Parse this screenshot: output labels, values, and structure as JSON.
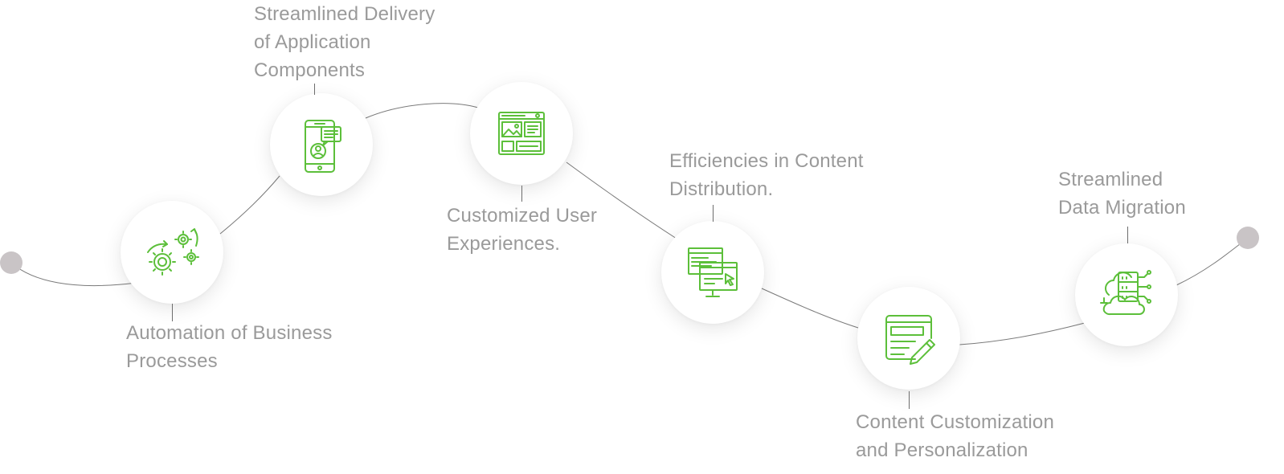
{
  "colors": {
    "icon": "#5cbf3a",
    "text": "#9a9a9a",
    "line": "#7a7a7a",
    "endpoint": "#c9c4c6"
  },
  "steps": [
    {
      "id": "automation",
      "icon": "gears-icon",
      "lines": [
        "Automation of Business",
        "Processes"
      ]
    },
    {
      "id": "delivery",
      "icon": "mobile-profile-icon",
      "lines": [
        "Streamlined Delivery",
        "of Application",
        "Components"
      ]
    },
    {
      "id": "customized",
      "icon": "web-layout-icon",
      "lines": [
        "Customized User",
        "Experiences."
      ]
    },
    {
      "id": "distribution",
      "icon": "monitors-icon",
      "lines": [
        "Efficiencies in Content",
        "Distribution."
      ]
    },
    {
      "id": "personalization",
      "icon": "edit-document-icon",
      "lines": [
        "Content Customization",
        "and Personalization"
      ]
    },
    {
      "id": "migration",
      "icon": "cloud-server-icon",
      "lines": [
        "Streamlined",
        "Data Migration"
      ]
    }
  ]
}
